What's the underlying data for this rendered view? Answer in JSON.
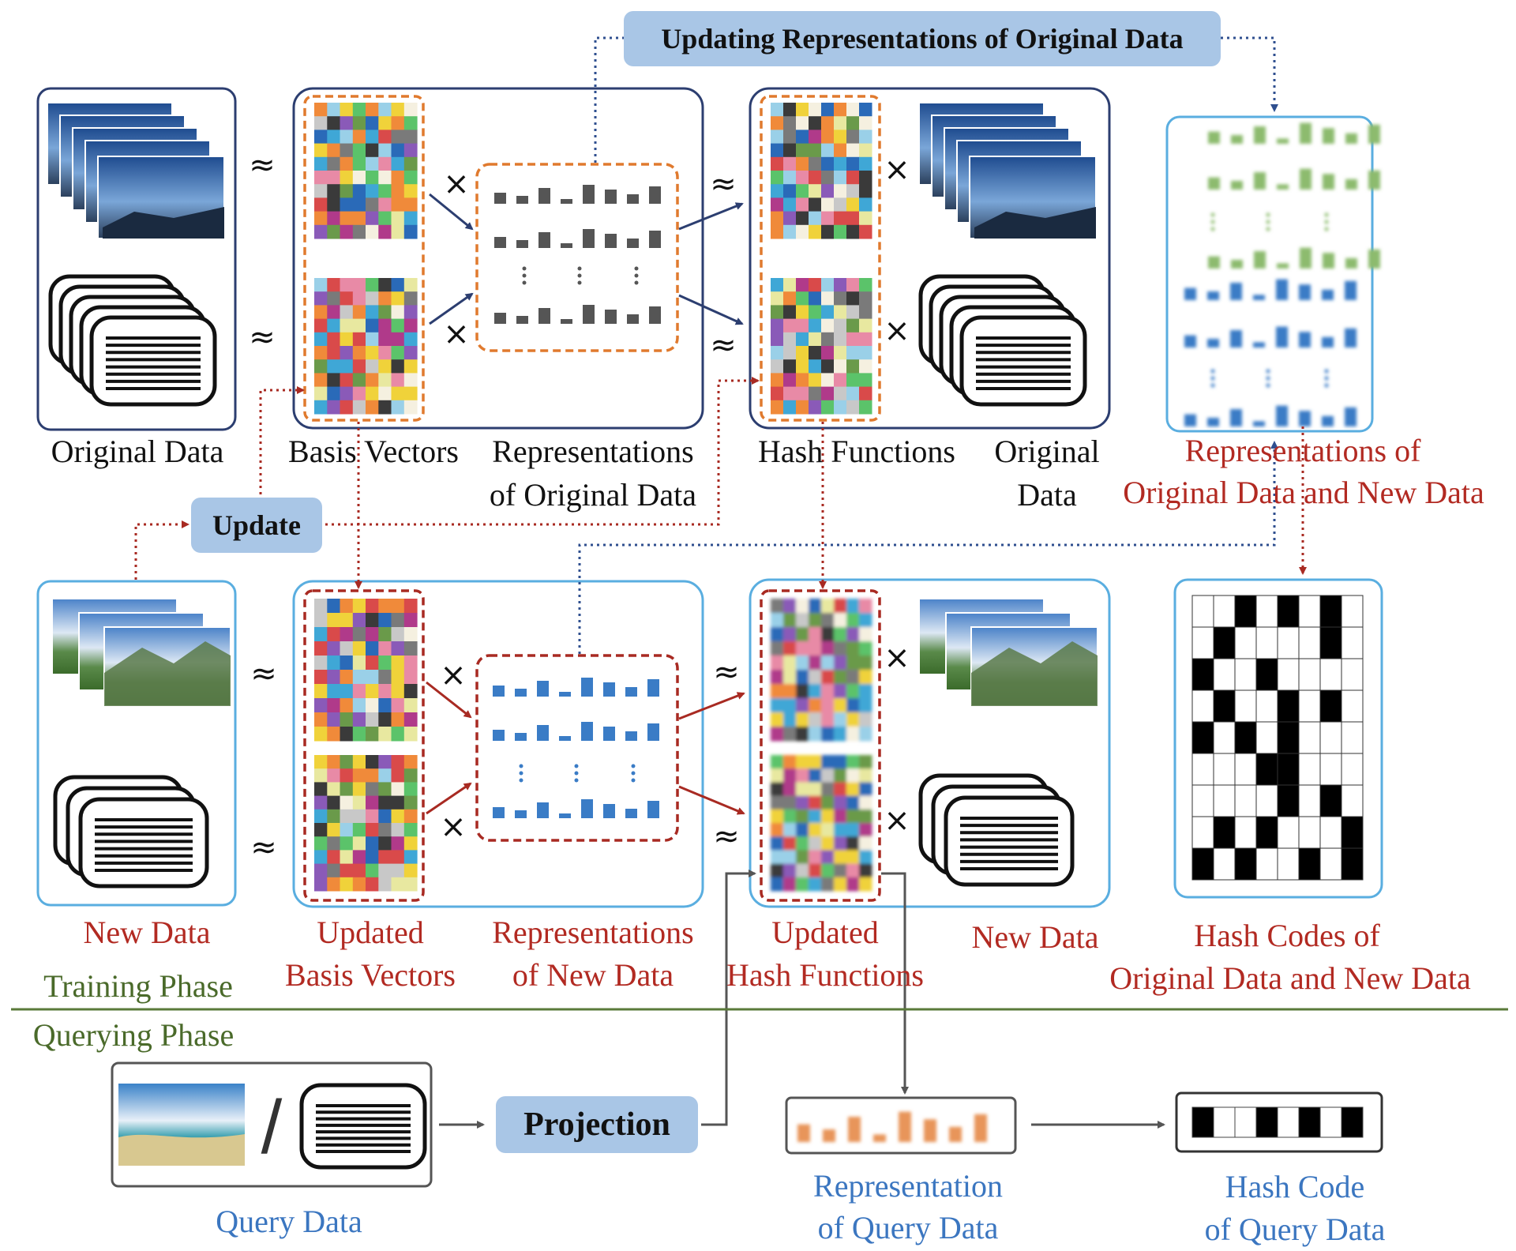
{
  "top_banner": "Updating Representations of Original Data",
  "update_button": "Update",
  "projection_button": "Projection",
  "phases": {
    "training": "Training Phase",
    "querying": "Querying Phase"
  },
  "labels": {
    "original_data_left": "Original Data",
    "basis_vectors": "Basis Vectors",
    "representations_original_1": "Representations",
    "representations_original_2": "of Original Data",
    "hash_functions": "Hash Functions",
    "original_data_right_1": "Original",
    "original_data_right_2": "Data",
    "reps_orig_new_1": "Representations of",
    "reps_orig_new_2": "Original Data and New Data",
    "new_data_left": "New Data",
    "updated_basis_1": "Updated",
    "updated_basis_2": "Basis Vectors",
    "reps_new_1": "Representations",
    "reps_new_2": "of New Data",
    "updated_hash_1": "Updated",
    "updated_hash_2": "Hash Functions",
    "new_data_right": "New Data",
    "hash_codes_1": "Hash Codes of",
    "hash_codes_2": "Original Data and New Data",
    "query_data": "Query Data",
    "rep_query_1": "Representation",
    "rep_query_2": "of Query Data",
    "hash_query_1": "Hash Code",
    "hash_query_2": "of  Query Data"
  },
  "symbols": {
    "approx": "≈",
    "times": "×",
    "slash": "/"
  },
  "colors": {
    "dark_blue": "#2c3e70",
    "light_blue": "#5aaee0",
    "orange": "#e07a2e",
    "dark_red": "#a82a22",
    "gray": "#555555",
    "green_rule": "#5a7a3a",
    "label_box": "#a9c6e6",
    "green_bar": "#8dbb6e",
    "blue_bar": "#3a7cc6",
    "orange_bar": "#e8955a",
    "gray_bar": "#555555"
  }
}
